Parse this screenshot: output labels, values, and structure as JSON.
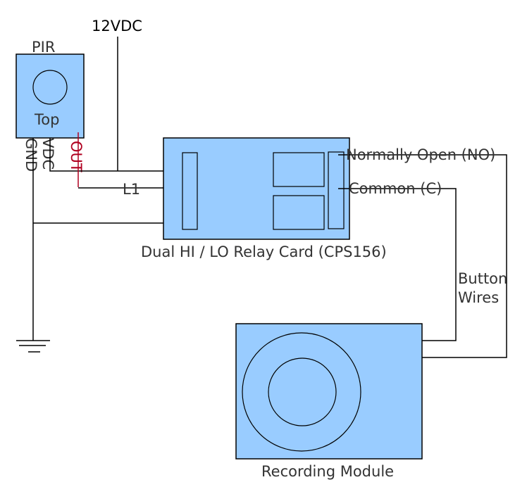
{
  "labels": {
    "supply": "12VDC",
    "pir_title": "PIR",
    "pir_top": "Top",
    "pir_gnd": "GND",
    "pir_vdc": "VDC",
    "pir_out": "OUT",
    "l1": "L1",
    "relay_title": "Dual HI / LO Relay Card (CPS156)",
    "no_terminal": "Normally Open (NO)",
    "common_terminal": "Common (C)",
    "button_wires_line1": "Button",
    "button_wires_line2": "Wires",
    "recording_module": "Recording Module"
  },
  "colors": {
    "component_fill": "#99ccff",
    "out_signal": "#b00020",
    "text": "#333333"
  },
  "components": [
    {
      "id": "pir",
      "name": "PIR sensor"
    },
    {
      "id": "relay",
      "name": "Dual HI / LO Relay Card (CPS156)"
    },
    {
      "id": "recorder",
      "name": "Recording Module"
    },
    {
      "id": "ground",
      "name": "Ground"
    }
  ]
}
